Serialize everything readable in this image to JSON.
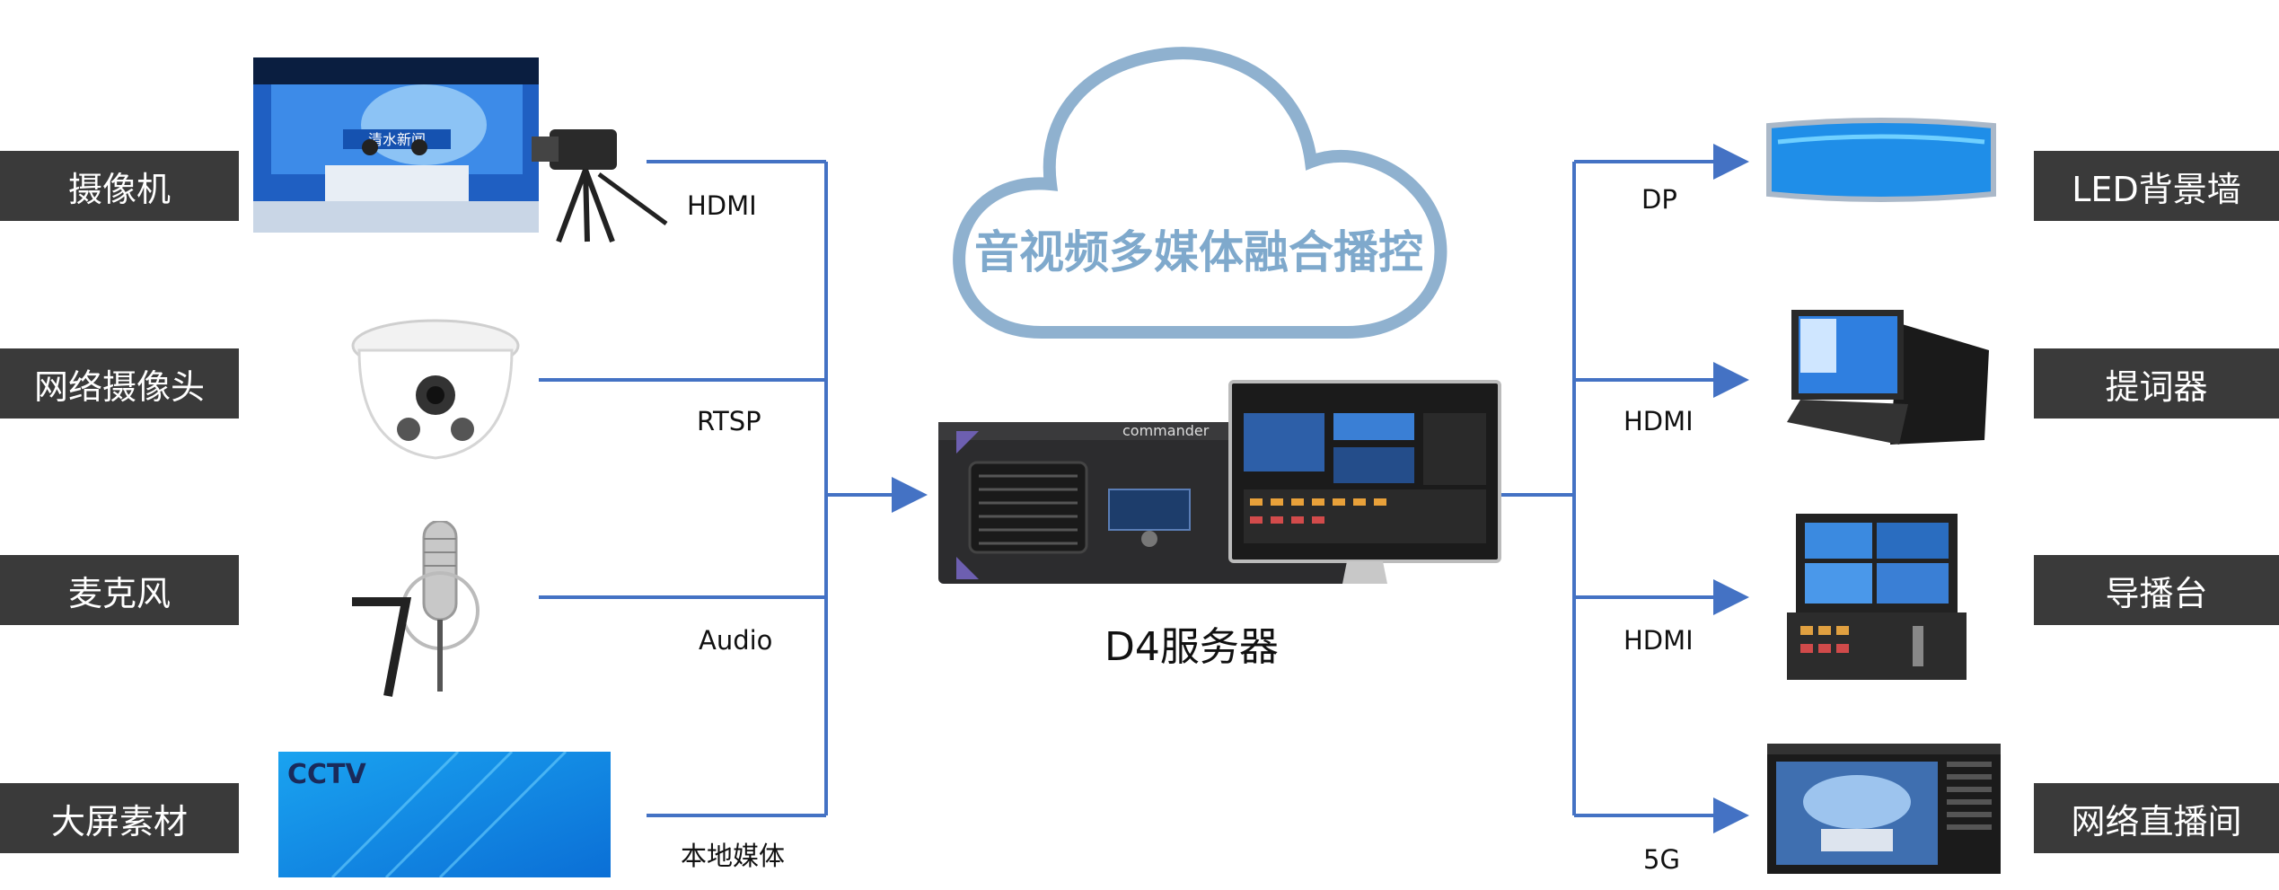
{
  "cloud": {
    "title": "音视频多媒体融合播控"
  },
  "server": {
    "label": "D4服务器",
    "brand": "commander"
  },
  "inputs": [
    {
      "label": "摄像机",
      "connection": "HDMI"
    },
    {
      "label": "网络摄像头",
      "connection": "RTSP"
    },
    {
      "label": "麦克风",
      "connection": "Audio"
    },
    {
      "label": "大屏素材",
      "connection": "本地媒体"
    }
  ],
  "outputs": [
    {
      "label": "LED背景墙",
      "connection": "DP"
    },
    {
      "label": "提词器",
      "connection": "HDMI"
    },
    {
      "label": "导播台",
      "connection": "HDMI"
    },
    {
      "label": "网络直播间",
      "connection": "5G"
    }
  ],
  "studio_sign": "清水新闻",
  "cctv_logo": "CCTV",
  "colors": {
    "line": "#4472c4",
    "cloud": "#8fb1cf",
    "cloud_text": "#7fa9cc",
    "label_bg": "#3a3a3a"
  }
}
